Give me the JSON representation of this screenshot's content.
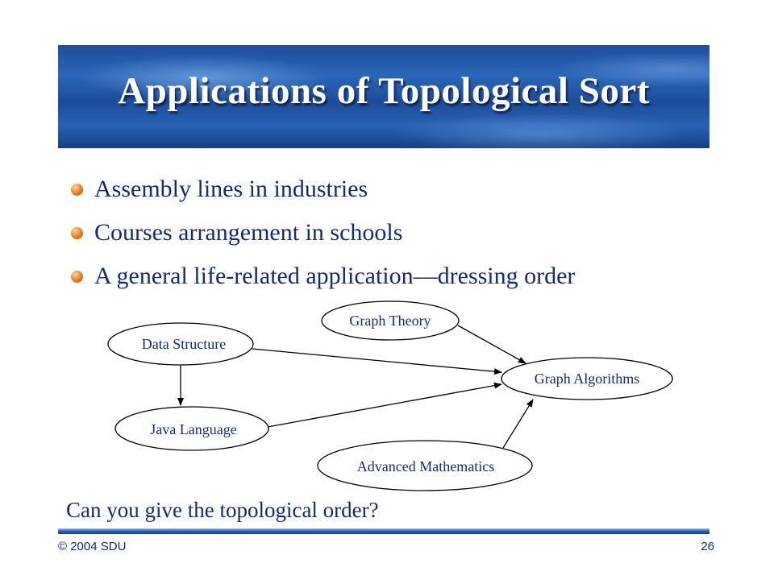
{
  "slide": {
    "title": "Applications of Topological Sort",
    "bullets": [
      "Assembly lines in industries",
      "Courses arrangement in schools",
      "A general life-related application—dressing order"
    ],
    "question": "Can you give the topological order?",
    "footer_left": "© 2004 SDU",
    "page_number": "26"
  },
  "diagram": {
    "nodes": {
      "graph_theory": "Graph Theory",
      "data_structure": "Data Structure",
      "graph_algorithms": "Graph Algorithms",
      "java_language": "Java Language",
      "advanced_mathematics": "Advanced Mathematics"
    },
    "edges": [
      {
        "from": "Data Structure",
        "to": "Java Language"
      },
      {
        "from": "Data Structure",
        "to": "Graph Algorithms"
      },
      {
        "from": "Graph Theory",
        "to": "Graph Algorithms"
      },
      {
        "from": "Java Language",
        "to": "Graph Algorithms"
      },
      {
        "from": "Advanced Mathematics",
        "to": "Graph Algorithms"
      }
    ]
  },
  "colors": {
    "text": "#142a78",
    "banner": "#2c66b8",
    "bullet": "#f08a2c"
  }
}
